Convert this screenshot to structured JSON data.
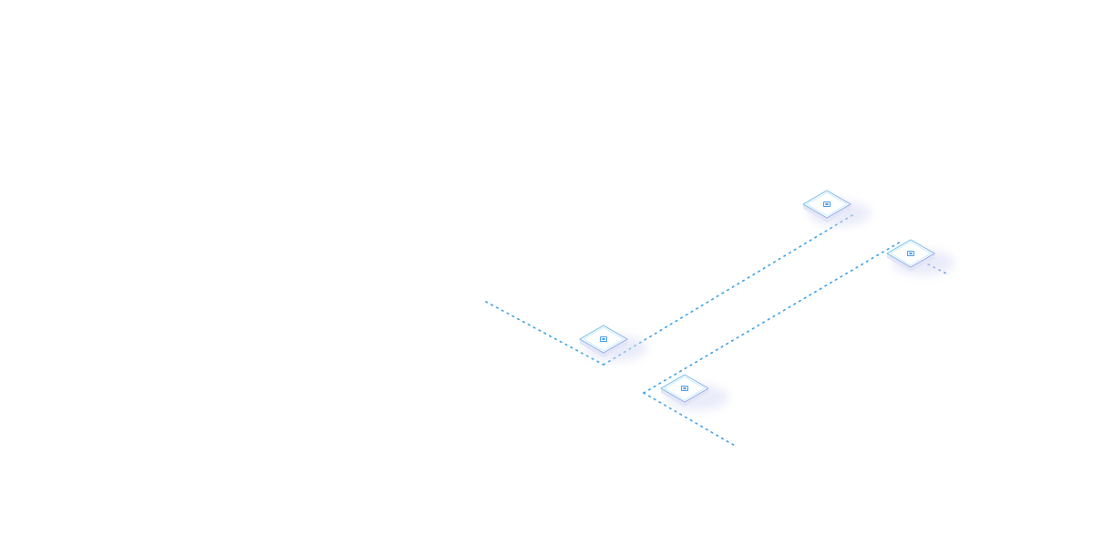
{
  "colors": {
    "background": "#ffffff",
    "connector": "#3aa3e6",
    "connector_alt": "#6b8fd6",
    "tile_top": "#ffffff",
    "tile_side": "#e4e6f6",
    "tile_edge": "#8fd6ef",
    "tile_shadow": "#d9dcf5",
    "chip": "#4a9ee8"
  },
  "diagram": {
    "kind": "isometric-network",
    "nodes": [
      {
        "id": "node-1",
        "icon": "chip-icon"
      },
      {
        "id": "node-2",
        "icon": "chip-icon"
      },
      {
        "id": "node-3",
        "icon": "chip-icon"
      },
      {
        "id": "node-4",
        "icon": "chip-icon"
      }
    ],
    "links": [
      {
        "from": "node-1",
        "to": "node-2",
        "style": "dotted"
      },
      {
        "from": "node-4",
        "to": "node-3",
        "style": "dotted"
      }
    ]
  }
}
